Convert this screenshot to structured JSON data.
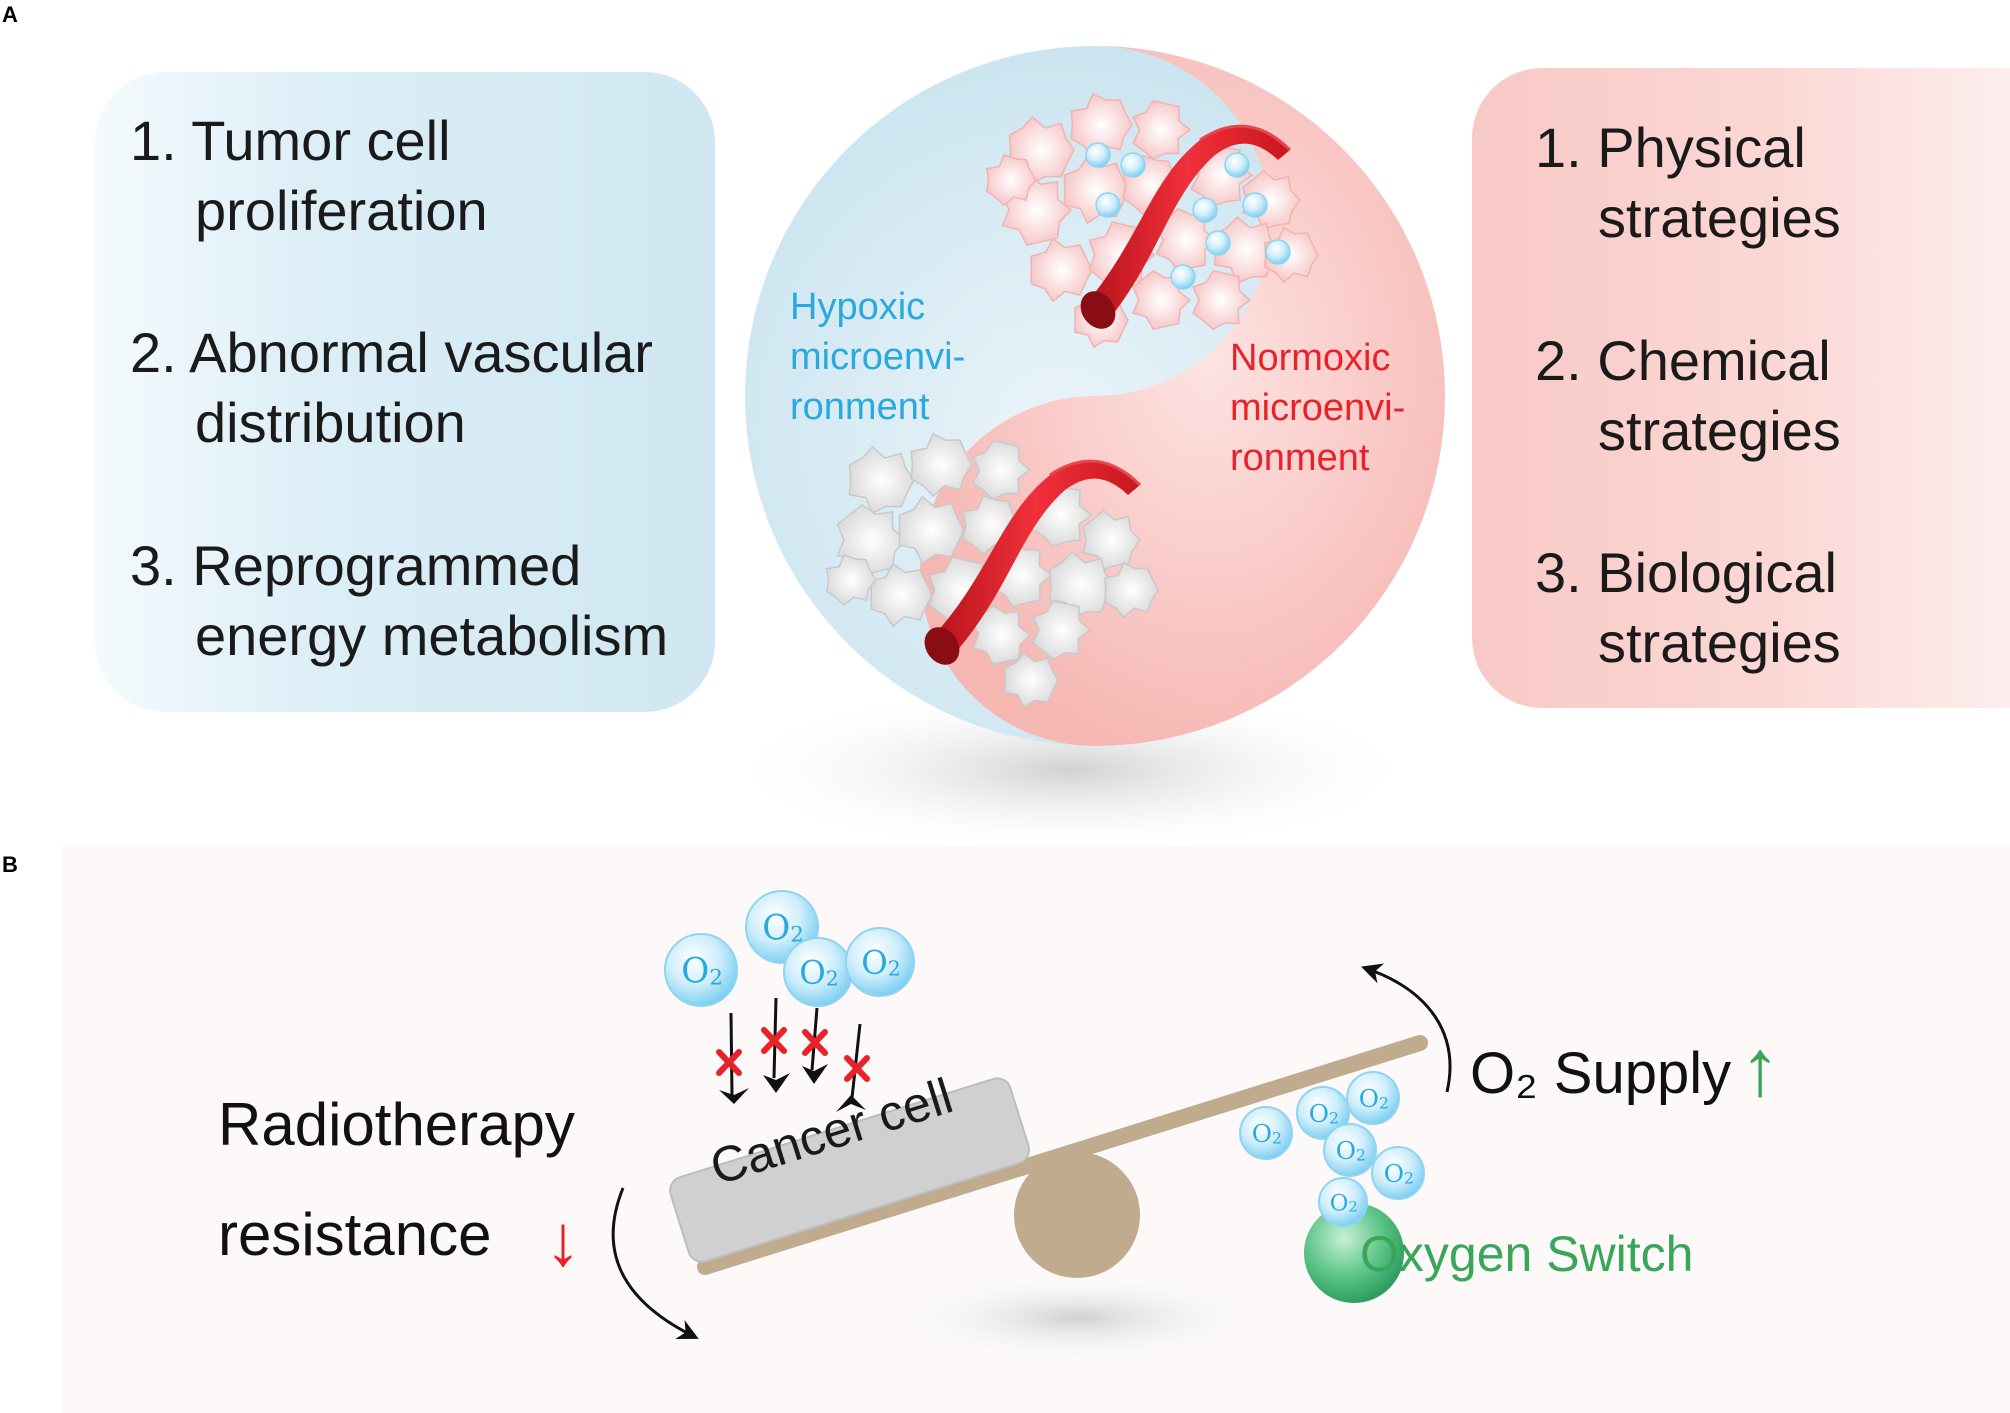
{
  "panel_a": {
    "label": "A",
    "causes": {
      "item1": {
        "line1": "1. Tumor cell",
        "line2": "proliferation"
      },
      "item2": {
        "line1": "2. Abnormal vascular",
        "line2": "distribution"
      },
      "item3": {
        "line1": "3. Reprogrammed",
        "line2": "energy metabolism"
      }
    },
    "hypoxic": {
      "line1": "Hypoxic",
      "line2": "microenvi-",
      "line3": "ronment",
      "color": "#2aa9df"
    },
    "normoxic": {
      "line1": "Normoxic",
      "line2": "microenvi-",
      "line3": "ronment",
      "color": "#e8222a"
    },
    "strategies": {
      "item1": {
        "line1": "1. Physical",
        "line2": "strategies"
      },
      "item2": {
        "line1": "2. Chemical",
        "line2": "strategies"
      },
      "item3": {
        "line1": "3. Biological",
        "line2": "strategies"
      }
    }
  },
  "panel_b": {
    "label": "B",
    "oxygen_symbol": "O",
    "oxygen_subscript": "2",
    "cancer_cell": "Cancer cell",
    "resistance": {
      "line1": "Radiotherapy",
      "line2": "resistance",
      "arrow": "↓",
      "arrow_color": "#e8222a"
    },
    "supply": {
      "prefix": "O₂",
      "text": " Supply",
      "arrow": "↑",
      "arrow_color": "#3aa65a"
    },
    "oxygen_switch": "Oxygen Switch",
    "switch_color": "#3aa65a"
  }
}
